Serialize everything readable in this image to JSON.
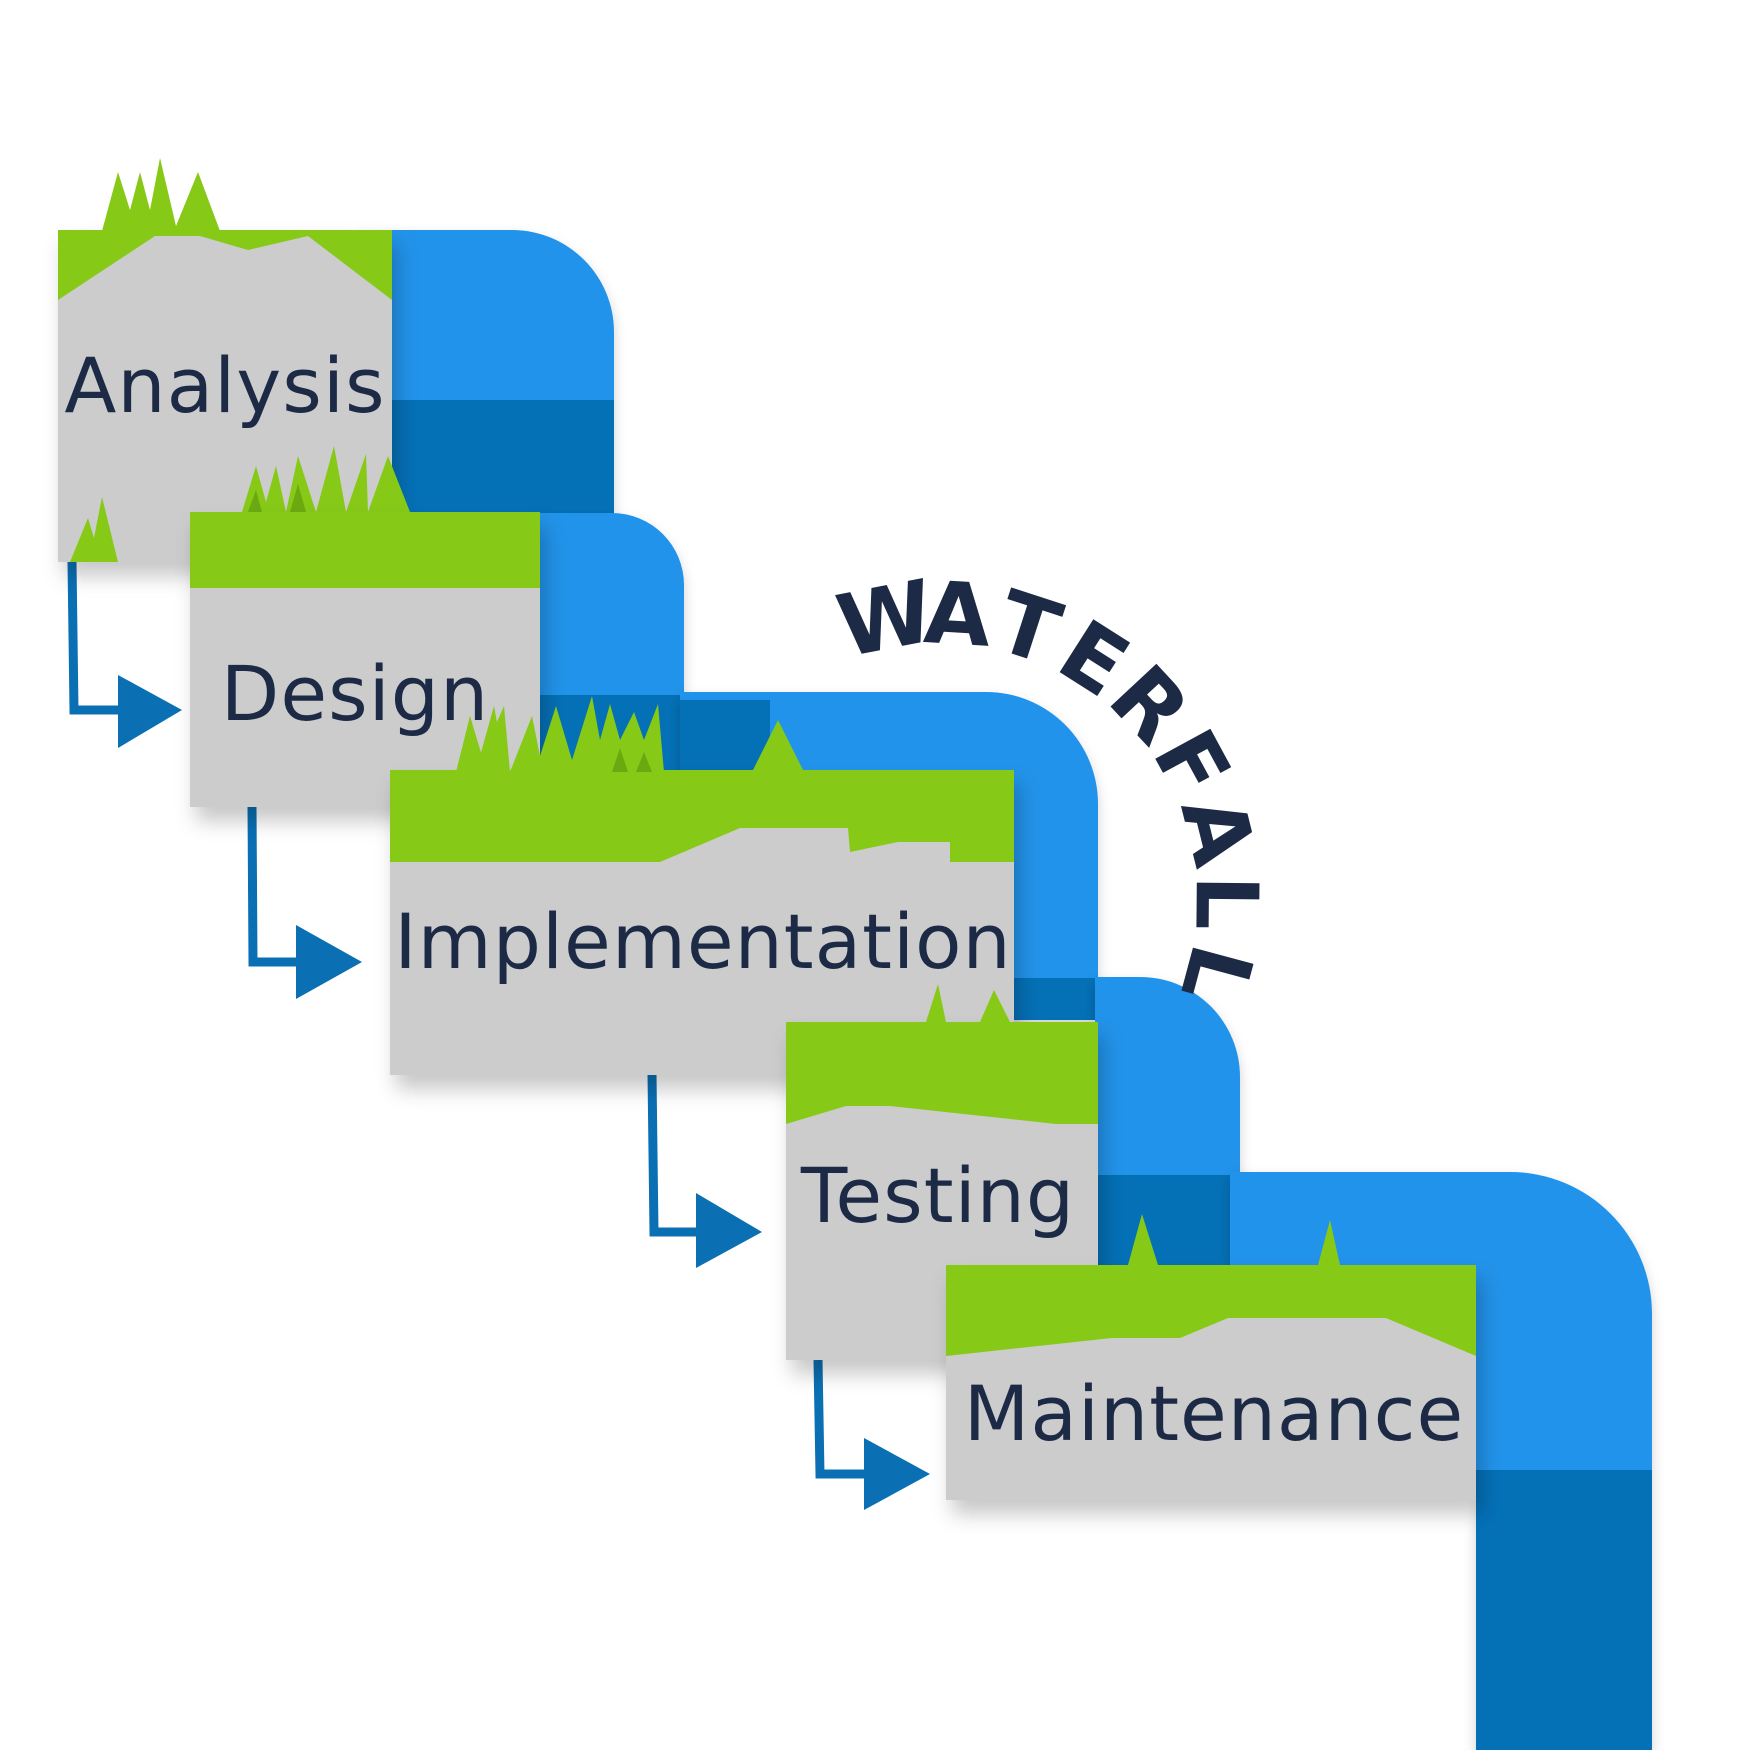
{
  "diagram": {
    "title": "WATERFALL",
    "stages": [
      {
        "id": "analysis",
        "label": "Analysis"
      },
      {
        "id": "design",
        "label": "Design"
      },
      {
        "id": "implementation",
        "label": "Implementation"
      },
      {
        "id": "testing",
        "label": "Testing"
      },
      {
        "id": "maintenance",
        "label": "Maintenance"
      }
    ],
    "colors": {
      "water_light": "#2293ea",
      "water_dark": "#0470b6",
      "grass": "#86c917",
      "grass_dark": "#6aaa10",
      "box_fill": "#cccccc",
      "arrow": "#0a6fb3",
      "text": "#1c2a45"
    }
  }
}
